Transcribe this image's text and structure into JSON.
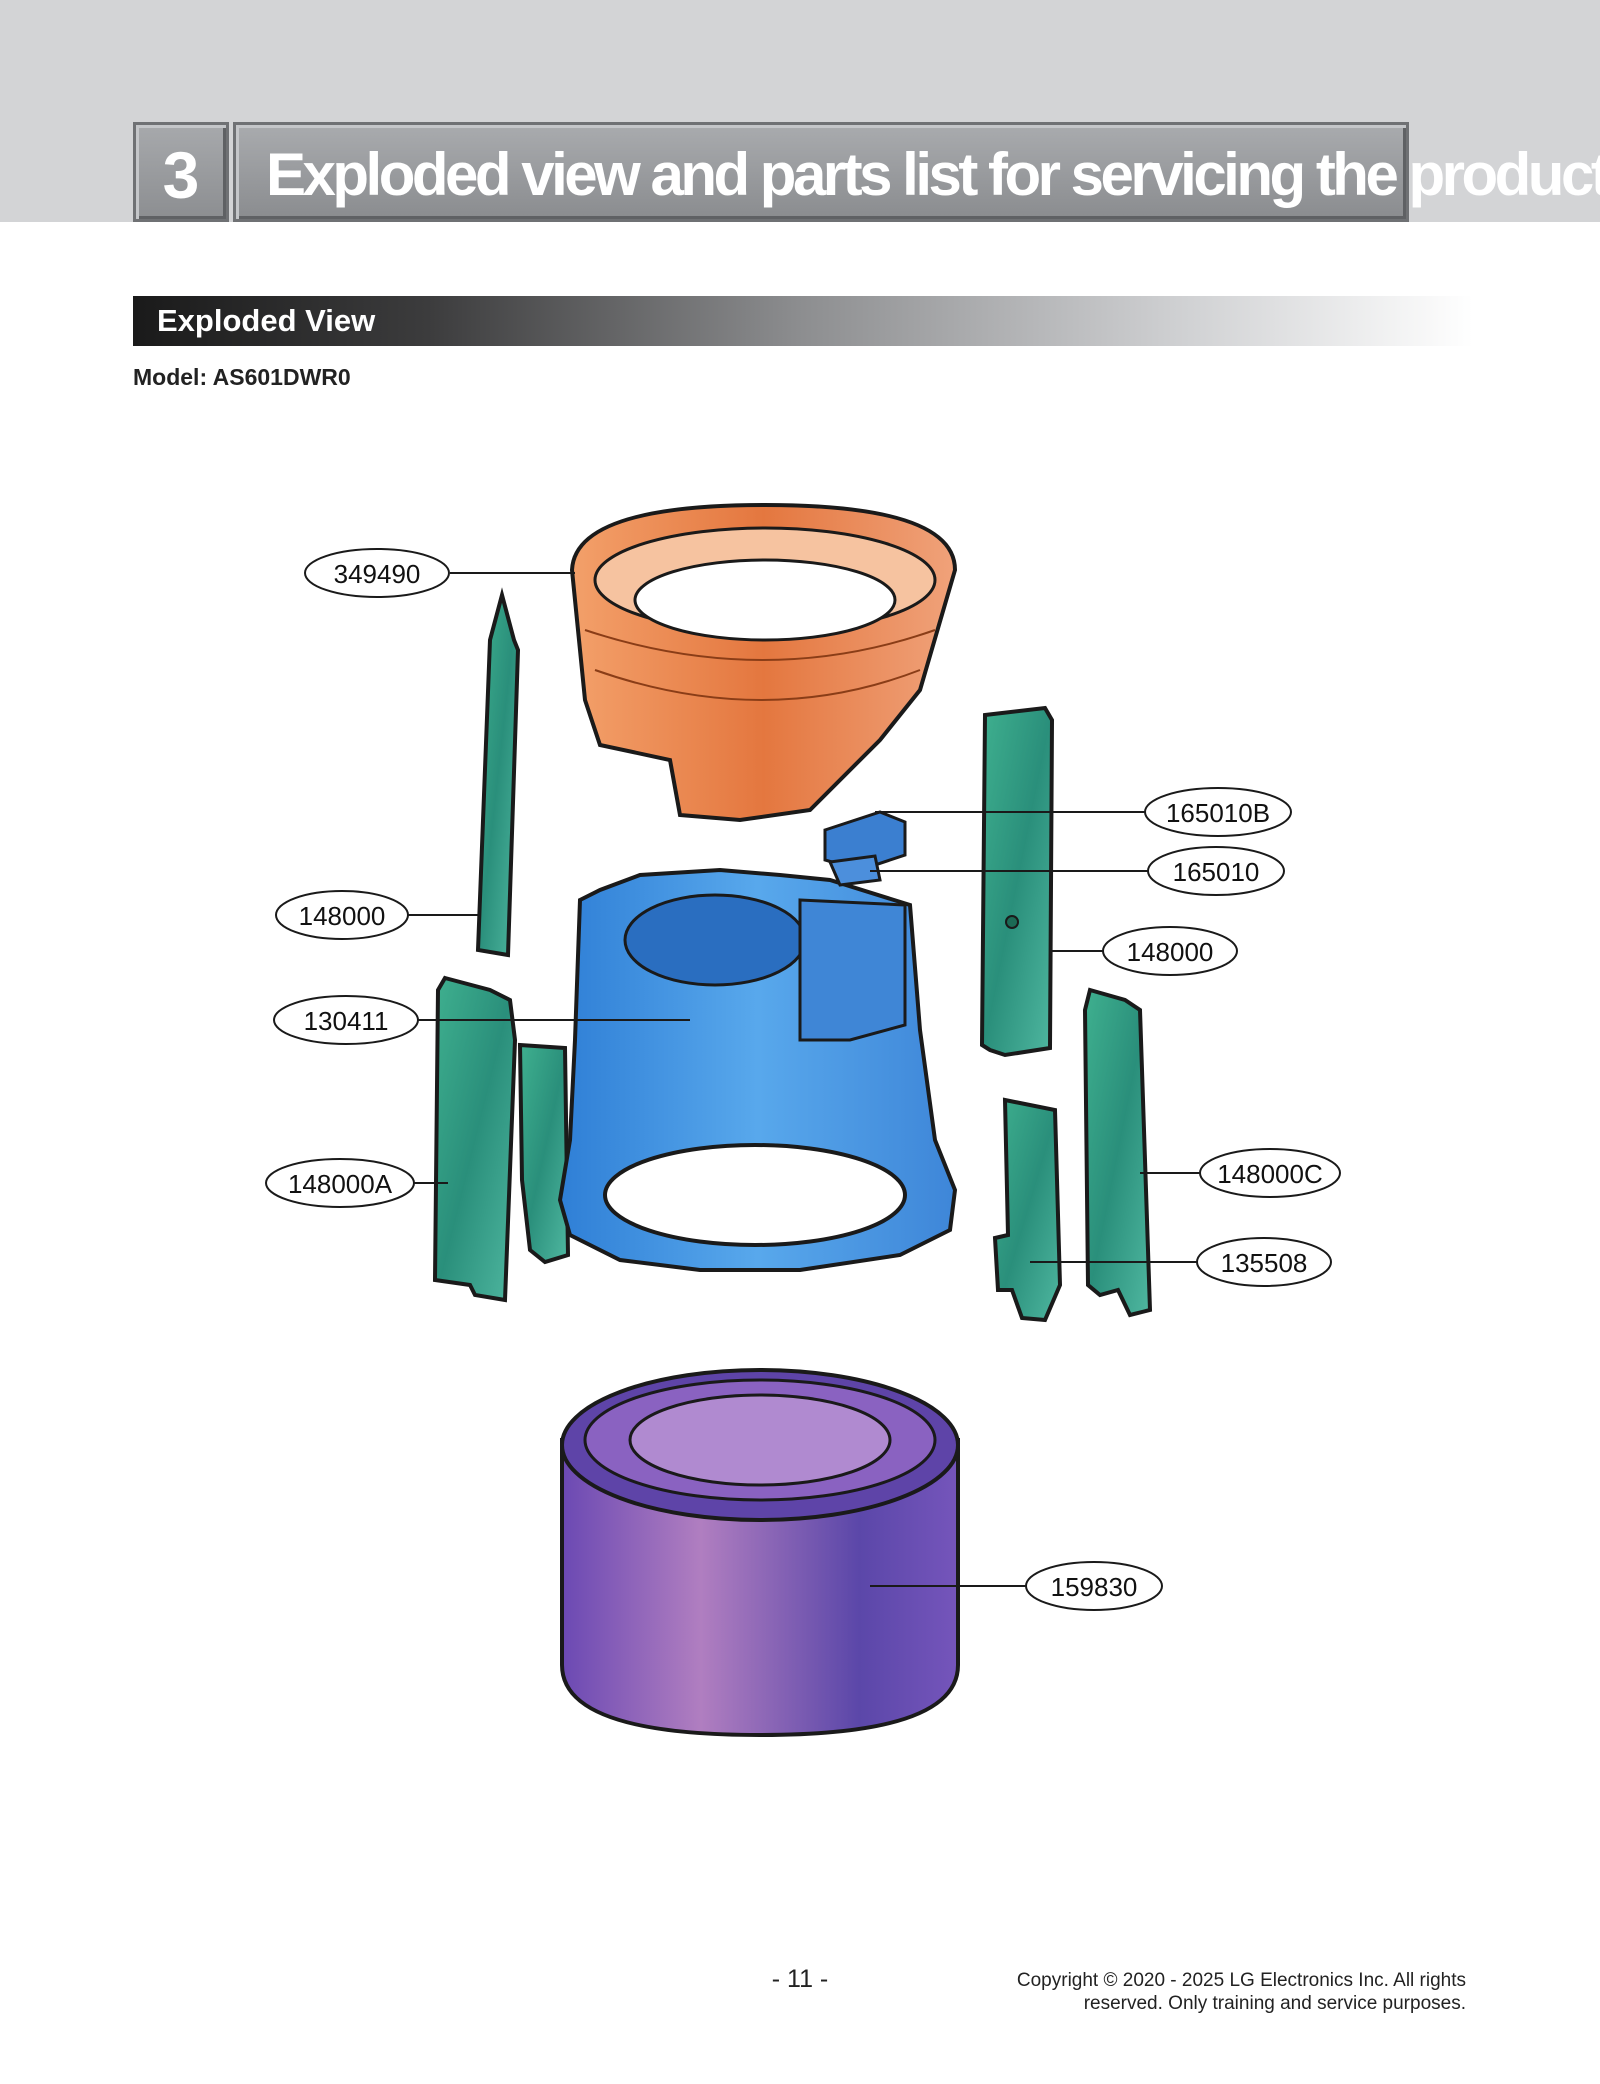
{
  "chapter": {
    "number": "3",
    "title": "Exploded view and parts list for servicing the product"
  },
  "section": {
    "title": "Exploded View",
    "model": "Model: AS601DWR0"
  },
  "callouts": {
    "top_cover": "349490",
    "left_front_panel": "148000",
    "body_frame": "130411",
    "left_back_panel": "148000A",
    "sensor_b": "165010B",
    "sensor": "165010",
    "right_front_panel": "148000",
    "right_back_panel": "148000C",
    "bracket": "135508",
    "filter": "159830"
  },
  "colors": {
    "top_cover": "#e8874f",
    "side_panels": "#2fa586",
    "frame": "#3f8fdd",
    "filter": "#7b55b8"
  },
  "footer": {
    "page": "- 11 -",
    "copyright_line1": "Copyright © 2020 - 2025 LG Electronics Inc. All rights",
    "copyright_line2": "reserved. Only training and service purposes."
  }
}
